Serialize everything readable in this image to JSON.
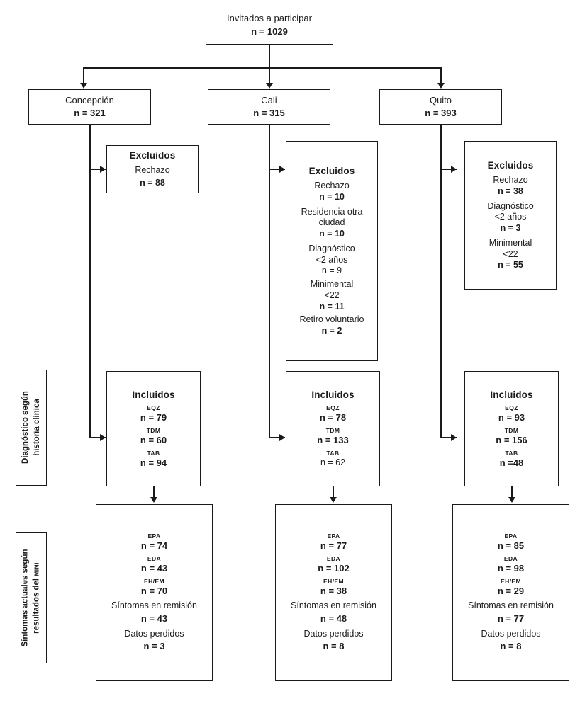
{
  "diagram": {
    "title_box": {
      "label": "Invitados a participar",
      "n": "n = 1029"
    },
    "sidebar_labels": [
      {
        "line1": "Diagnóstico según",
        "line2": "historia clínica"
      },
      {
        "line1": "Síntomas actuales según",
        "line2_a": "resultados del ",
        "line2_b": "MINI"
      }
    ],
    "sites": [
      {
        "name": "Concepción",
        "n": "n = 321",
        "excluded": {
          "header": "Excluidos",
          "items": [
            {
              "label": "Rechazo",
              "n": "n = 88"
            }
          ]
        },
        "included": {
          "header": "Incluidos",
          "items": [
            {
              "label": "EQZ",
              "n": "n = 79"
            },
            {
              "label": "TDM",
              "n": "n = 60"
            },
            {
              "label": "TAB",
              "n": "n = 94"
            }
          ]
        },
        "symptoms": {
          "items": [
            {
              "label": "EPA",
              "n": "n = 74",
              "small": true
            },
            {
              "label": "EDA",
              "n": "n = 43",
              "small": true
            },
            {
              "label": "EH/EM",
              "n": "n = 70",
              "small": true
            },
            {
              "label": "Síntomas en remisión",
              "n": "n = 43",
              "small": false
            },
            {
              "label": "Datos perdidos",
              "n": "n = 3",
              "small": false
            }
          ]
        }
      },
      {
        "name": "Cali",
        "n": "n = 315",
        "excluded": {
          "header": "Excluidos",
          "items": [
            {
              "label": "Rechazo",
              "n": "n = 10"
            },
            {
              "label": "Residencia otra",
              "label2": "ciudad",
              "n": "n = 10"
            },
            {
              "label": "Diagnóstico",
              "label2": "<2 años",
              "n": "n = 9"
            },
            {
              "label": "Minimental",
              "label2": "<22",
              "n": "n = 11"
            },
            {
              "label": "Retiro voluntario",
              "n": "n = 2"
            }
          ]
        },
        "included": {
          "header": "Incluidos",
          "items": [
            {
              "label": "EQZ",
              "n": "n = 78"
            },
            {
              "label": "TDM",
              "n": "n = 133"
            },
            {
              "label": "TAB",
              "n": "n = 62"
            }
          ]
        },
        "symptoms": {
          "items": [
            {
              "label": "EPA",
              "n": "n = 77",
              "small": true
            },
            {
              "label": "EDA",
              "n": "n = 102",
              "small": true
            },
            {
              "label": "EH/EM",
              "n": "n = 38",
              "small": true
            },
            {
              "label": "Síntomas en remisión",
              "n": "n = 48",
              "small": false
            },
            {
              "label": "Datos perdidos",
              "n": "n = 8",
              "small": false
            }
          ]
        }
      },
      {
        "name": "Quito",
        "n": "n = 393",
        "excluded": {
          "header": "Excluidos",
          "items": [
            {
              "label": "Rechazo",
              "n": "n = 38"
            },
            {
              "label": "Diagnóstico",
              "label2": "<2 años",
              "n": "n = 3"
            },
            {
              "label": "Minimental",
              "label2": "<22",
              "n": "n = 55"
            }
          ]
        },
        "included": {
          "header": "Incluidos",
          "items": [
            {
              "label": "EQZ",
              "n": "n = 93"
            },
            {
              "label": "TDM",
              "n": "n = 156"
            },
            {
              "label": "TAB",
              "n": "n =48"
            }
          ]
        },
        "symptoms": {
          "items": [
            {
              "label": "EPA",
              "n": "n = 85",
              "small": true
            },
            {
              "label": "EDA",
              "n": "n = 98",
              "small": true
            },
            {
              "label": "EH/EM",
              "n": "n = 29",
              "small": true
            },
            {
              "label": "Síntomas en remisión",
              "n": "n = 77",
              "small": false
            },
            {
              "label": "Datos perdidos",
              "n": "n = 8",
              "small": false
            }
          ]
        }
      }
    ],
    "colors": {
      "stroke": "#1a1a1a",
      "background": "#ffffff",
      "text": "#1b1b1b"
    }
  }
}
